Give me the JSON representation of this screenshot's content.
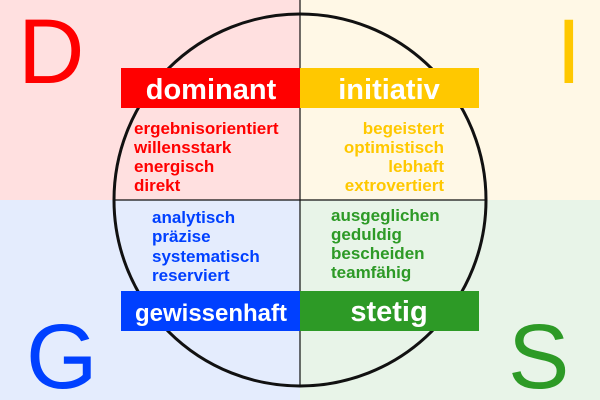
{
  "colors": {
    "d": "#ff0000",
    "i": "#ffc800",
    "g": "#0040ff",
    "s": "#2d9a26",
    "d_bg": "#ffe0e0",
    "i_bg": "#fff8e6",
    "g_bg": "#e4ecfd",
    "s_bg": "#e8f4e8"
  },
  "quadrants": {
    "d": {
      "letter": "D",
      "label": "dominant",
      "traits": [
        "ergebnisorientiert",
        "willensstark",
        "energisch",
        "direkt"
      ]
    },
    "i": {
      "letter": "I",
      "label": "initiativ",
      "traits": [
        "begeistert",
        "optimistisch",
        "lebhaft",
        "extrovertiert"
      ]
    },
    "g": {
      "letter": "G",
      "label": "gewissenhaft",
      "traits": [
        "analytisch",
        "präzise",
        "systematisch",
        "reserviert"
      ]
    },
    "s": {
      "letter": "S",
      "label": "stetig",
      "traits": [
        "ausgeglichen",
        "geduldig",
        "bescheiden",
        "teamfähig"
      ]
    }
  }
}
